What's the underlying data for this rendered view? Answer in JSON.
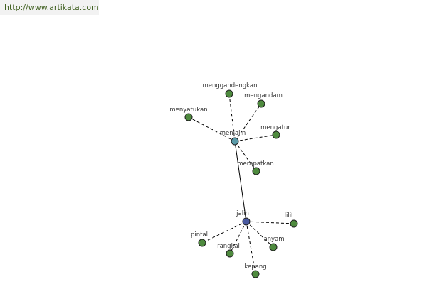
{
  "source_url": "http://www.artikata.com",
  "colors": {
    "root_node": "#4a5aa0",
    "center_node": "#5a9aa8",
    "leaf_node": "#4e8a3e",
    "node_stroke": "#1e1e1e",
    "edge": "#000000"
  },
  "graph": {
    "nodes": [
      {
        "id": "jalin",
        "label": "jalin",
        "kind": "root"
      },
      {
        "id": "menjalin",
        "label": "menjalin",
        "kind": "center"
      },
      {
        "id": "menggandengkan",
        "label": "menggandengkan",
        "kind": "leaf"
      },
      {
        "id": "mengandam",
        "label": "mengandam",
        "kind": "leaf"
      },
      {
        "id": "menyatukan",
        "label": "menyatukan",
        "kind": "leaf"
      },
      {
        "id": "mengatur",
        "label": "mengatur",
        "kind": "leaf"
      },
      {
        "id": "merapatkan",
        "label": "merapatkan",
        "kind": "leaf"
      },
      {
        "id": "lilit",
        "label": "lilit",
        "kind": "leaf"
      },
      {
        "id": "pintal",
        "label": "pintal",
        "kind": "leaf"
      },
      {
        "id": "anyam",
        "label": "anyam",
        "kind": "leaf"
      },
      {
        "id": "rangkai",
        "label": "rangkai",
        "kind": "leaf"
      },
      {
        "id": "kepang",
        "label": "kepang",
        "kind": "leaf"
      }
    ],
    "edges": [
      {
        "from": "jalin",
        "to": "menjalin",
        "style": "solid"
      },
      {
        "from": "menjalin",
        "to": "menggandengkan",
        "style": "dashed"
      },
      {
        "from": "menjalin",
        "to": "mengandam",
        "style": "dashed"
      },
      {
        "from": "menjalin",
        "to": "menyatukan",
        "style": "dashed"
      },
      {
        "from": "menjalin",
        "to": "mengatur",
        "style": "dashed"
      },
      {
        "from": "menjalin",
        "to": "merapatkan",
        "style": "dashed"
      },
      {
        "from": "jalin",
        "to": "lilit",
        "style": "dashed"
      },
      {
        "from": "jalin",
        "to": "pintal",
        "style": "dashed"
      },
      {
        "from": "jalin",
        "to": "anyam",
        "style": "dashed"
      },
      {
        "from": "jalin",
        "to": "rangkai",
        "style": "dashed"
      },
      {
        "from": "jalin",
        "to": "kepang",
        "style": "dashed"
      }
    ]
  }
}
